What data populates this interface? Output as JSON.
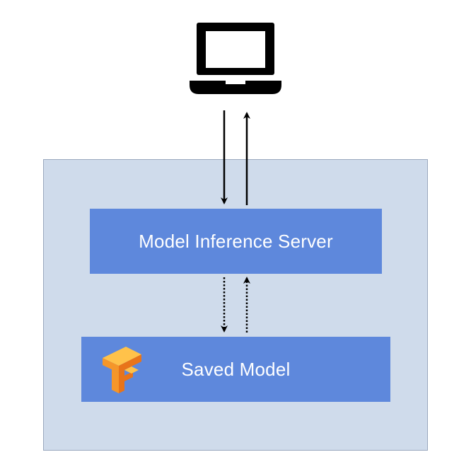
{
  "colors": {
    "container_fill": "#cfdbeb",
    "block_fill": "#5e88dc",
    "block_text": "#ffffff",
    "arrow": "#000000",
    "laptop": "#000000",
    "tf_logo_light": "#ffb23a",
    "tf_logo_dark": "#f07d1a"
  },
  "client": {
    "icon": "laptop-icon"
  },
  "server": {
    "label": "Model Inference Server"
  },
  "saved_model": {
    "label": "Saved Model",
    "icon": "tensorflow-logo-icon"
  },
  "connections": [
    {
      "from": "client",
      "to": "server",
      "style": "solid"
    },
    {
      "from": "server",
      "to": "client",
      "style": "solid"
    },
    {
      "from": "server",
      "to": "saved_model",
      "style": "dotted"
    },
    {
      "from": "saved_model",
      "to": "server",
      "style": "dotted"
    }
  ]
}
